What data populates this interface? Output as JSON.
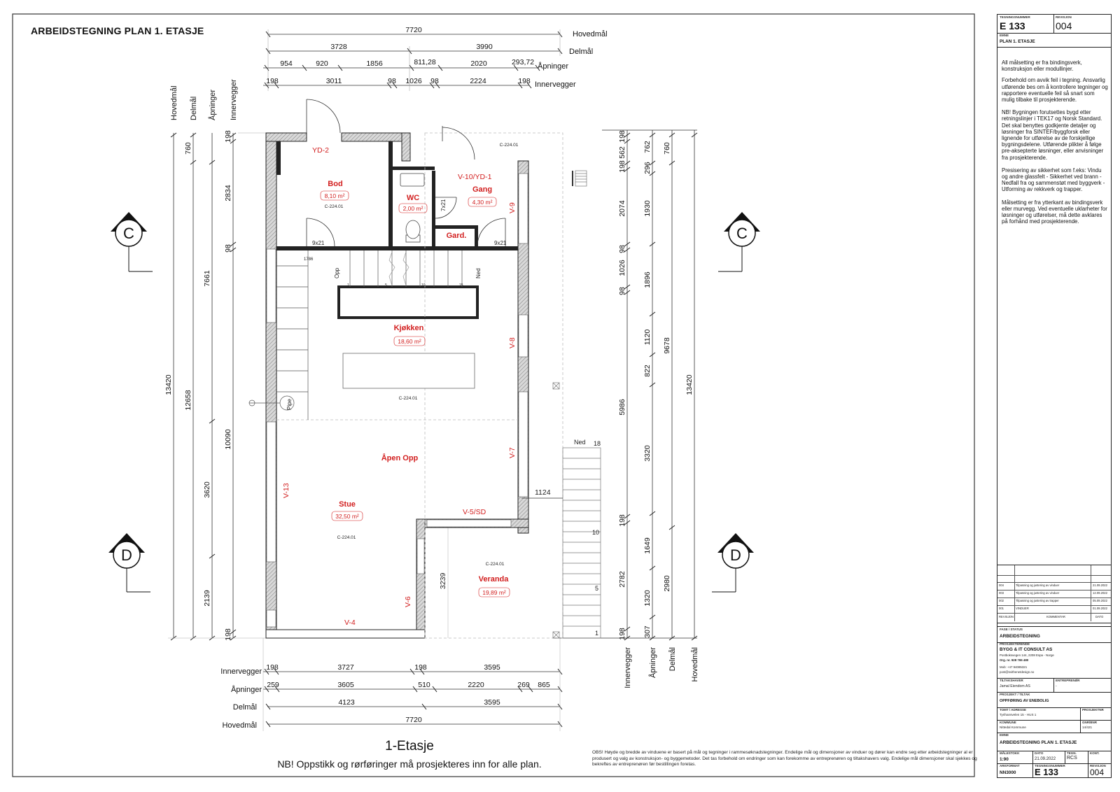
{
  "sheet_title": "ARBEIDSTEGNING PLAN 1. ETASJE",
  "plan_name": "1-Etasje",
  "plan_note": "NB! Oppstikk og rørføringer må prosjekteres inn for alle plan.",
  "obs_note": "OBS! Høyde og bredde av vinduene er basert på mål og tegninger i rammesøknadstegninger. Endelige mål og dimensjoner av vinduer og dører kan endre seg etter arbeidstegninger al er produsert og valg av konstruksjon- og byggemetoder. Det tas forbehold om endringer som kan forekomme av entreprenøren og tiltakshavers valg. Endelige mål dimensjoner skal sjekkes og bekreftes av entreprenøren før bestillingen foretas.",
  "dimensions_top": {
    "row_labels": [
      "Hovedmål",
      "Delmål",
      "Åpninger",
      "Innervegger"
    ],
    "hovedmal": [
      "7720"
    ],
    "delmal": [
      "3728",
      "3990"
    ],
    "apninger": [
      "954",
      "920",
      "1856",
      "811,28",
      "2020",
      "293,72"
    ],
    "innervegger": [
      "198",
      "3011",
      "98",
      "1026",
      "98",
      "2224",
      "198"
    ]
  },
  "dimensions_bottom": {
    "row_labels": [
      "Innervegger",
      "Åpninger",
      "Delmål",
      "Hovedmål"
    ],
    "innervegger": [
      "198",
      "3727",
      "198",
      "3595"
    ],
    "apninger": [
      "259",
      "3605",
      "510",
      "2220",
      "269",
      "865"
    ],
    "delmal": [
      "4123",
      "3595"
    ],
    "hovedmal": [
      "7720"
    ]
  },
  "dimensions_left": {
    "row_labels": [
      "Hovedmål",
      "Delmål",
      "Åpninger",
      "Innervegger"
    ],
    "hovedmal": [
      "13420"
    ],
    "delmal": [
      "760",
      "12658"
    ],
    "apninger": [
      "7661",
      "3620",
      "2139"
    ],
    "innervegger": [
      "198",
      "2834",
      "98",
      "10090",
      "198"
    ]
  },
  "dimensions_right": {
    "row_labels": [
      "Innervegger",
      "Åpninger",
      "Delmål",
      "Hovedmål"
    ],
    "innervegger": [
      "198",
      "562",
      "198",
      "2074",
      "98",
      "1026",
      "98",
      "5986",
      "198",
      "2782",
      "198"
    ],
    "apninger": [
      "762",
      "296",
      "1930",
      "1896",
      "1120",
      "822",
      "3320",
      "1649",
      "1320",
      "307"
    ],
    "delmal": [
      "760",
      "9678",
      "2980"
    ],
    "hovedmal": [
      "13420"
    ]
  },
  "rooms": [
    {
      "name": "Bod",
      "area": "8,10 m²",
      "ref": "C-224.01"
    },
    {
      "name": "WC",
      "area": "2,00 m²",
      "ref": ""
    },
    {
      "name": "Gang",
      "area": "4,30 m²",
      "ref": ""
    },
    {
      "name": "Gard.",
      "area": "",
      "ref": ""
    },
    {
      "name": "Kjøkken",
      "area": "18,60 m²",
      "ref": "C-224.01"
    },
    {
      "name": "Åpen Opp",
      "area": "",
      "ref": ""
    },
    {
      "name": "Stue",
      "area": "32,50 m²",
      "ref": "C-224.01"
    },
    {
      "name": "Veranda",
      "area": "19,89 m²",
      "ref": "C-224.01"
    }
  ],
  "openings": [
    "YD-2",
    "V-10/YD-1",
    "V-9",
    "V-8",
    "V-7",
    "V-13",
    "V-5/SD",
    "V-6",
    "V-4"
  ],
  "misc_labels": {
    "door_9x21_a": "9x21",
    "door_9x21_b": "9x21",
    "door_7x21": "7x21",
    "stair_opp": "Opp",
    "stair_ned": "Ned",
    "stair_1786": "1786",
    "pipe": "Pipe",
    "ref_top_right": "C-224.01",
    "ref_center": "C-224.01",
    "ext_stair_ned": "Ned",
    "ext_stair_18": "18",
    "ext_stair_10": "10",
    "ext_stair_5": "5",
    "ext_stair_1": "1",
    "ext_stair_width": "1124",
    "veranda_depth": "3239",
    "stair_step_1": "1",
    "stair_step_5": "5",
    "stair_step_10": "10",
    "stair_step_15": "15"
  },
  "section_markers": [
    "C",
    "C",
    "D",
    "D"
  ],
  "title_block": {
    "drawing_no_label": "TEGNINGSNUMMER",
    "drawing_no": "E 133",
    "revision_label": "REVISJON",
    "revision": "004",
    "subject_label": "EMNE",
    "subject": "PLAN 1. ETASJE",
    "notes": [
      "All målsetting er fra bindingsverk, konstruksjon eller modullinjer.",
      "Forbehold om avvik feil i tegning. Ansvarlig utførende bes om å kontrollere tegninger og rapportere eventuelle feil så snart som mulig tilbake til prosjekterende.",
      "NB! Bygningen forutsettes bygd etter retningslinjer i TEK17 og Norsk Standard. Det skal benyttes godkjente detaljer og løsninger fra SINTEF/byggforsk eller lignende for utførelse av de forskjellige bygningsdelene. Utførende plikter å følge pre-aksepterte løsninger, eller anvisninger fra prosjekterende.",
      "Presisering av sikkerhet som f.eks: Vindu og andre glassfelt - Sikkerhet ved brann - Nedfall fra og sammenstøt med byggverk - Utforming av rekkverk og trapper.",
      "Målsetting er fra ytterkant av bindingsverk eller murvegg. Ved eventuelle uklarheter for løsninger og utførelser, må dette avklares på forhånd med prosjekterende."
    ],
    "revisions": [
      {
        "rev": "004",
        "text": "Tilpasning og justering av vinduer",
        "date": "21.09.2022"
      },
      {
        "rev": "003",
        "text": "Tilpasning og justering av vinduer",
        "date": "12.09.2022"
      },
      {
        "rev": "002",
        "text": "Tilpasning og justering av trapper",
        "date": "05.09.2022"
      },
      {
        "rev": "001",
        "text": "VINDUER",
        "date": "01.09.2022"
      }
    ],
    "rev_header": [
      "REVISJON",
      "KOMMENTAR",
      "DATO"
    ],
    "phase_label": "FASE / STATUS",
    "phase": "ARBEIDSTEGNING",
    "designer_label": "PROSJEKTERENDE",
    "designer": "BYGG & IT CONSULT AS",
    "designer_lines": [
      "Postboksvegen 144, 2208 Espa - Norge",
      "Org. nr. 928 765 480",
      "Mob: +47 94085321",
      "post@svithenetdesign.no"
    ],
    "owner_label": "TILTAKSHAVER",
    "owner": "Jamal Eiendom AS",
    "contractor_label": "ENTREPRENØR",
    "contractor": "-",
    "project_label": "PROSJEKT / TILTAK",
    "project": "OPPFØRING AV ENEBOLIG",
    "site_label": "TOMT / ADRESSE",
    "site": "Tyrihansvelen 15 - HUS 1",
    "projnr_label": "PROSJEKTNR",
    "municipality_label": "KOMMUNE",
    "municipality": "Nittedal Kommune",
    "gnr_label": "GNR/BNR",
    "gnr": "14/421",
    "sheet_label": "EMNE",
    "sheet": "ARBEIDSTEGNING PLAN 1. ETASJE",
    "scale_label": "MÅLESTOKK",
    "scale": "1:90",
    "date_label": "DATO",
    "date": "21.09.2022",
    "drawn_label": "TEGN.",
    "drawn": "RCS",
    "checked_label": "KONT.",
    "format_label": "ARKFORMAT",
    "format": "NN3000",
    "drawing_no_label2": "TEGNINGSNUMMER",
    "drawing_no2": "E 133",
    "revision_label2": "REVISJON",
    "revision2": "004"
  }
}
